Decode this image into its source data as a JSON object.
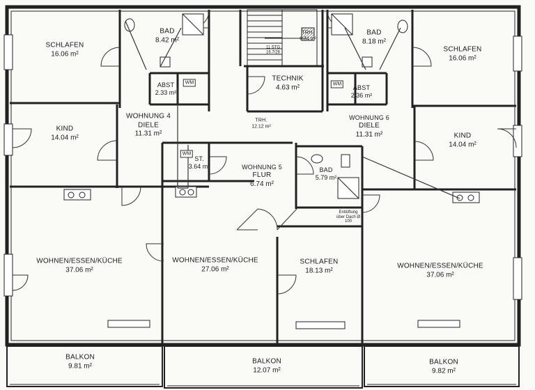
{
  "rooms": {
    "schlafen_left": {
      "name": "SCHLAFEN",
      "area": "16.06 m²"
    },
    "bad_left": {
      "name": "BAD",
      "area": "8.42 m²"
    },
    "abst_left": {
      "name": "ABST",
      "area": "2.33 m²"
    },
    "kind_left": {
      "name": "KIND",
      "area": "14.04 m²"
    },
    "diele_left": {
      "name": "DIELE",
      "area": "11.31 m²",
      "unit": "WOHNUNG 4"
    },
    "trh_small": {
      "name": "TRH.",
      "area": "6.74 m²"
    },
    "technik": {
      "name": "TECHNIK",
      "area": "4.63 m²"
    },
    "trh_main": {
      "name": "TRH.",
      "area": "12.12 m²"
    },
    "bad_right": {
      "name": "BAD",
      "area": "8.18 m²"
    },
    "abst_right": {
      "name": "ABST",
      "area": "2.36 m²"
    },
    "schlafen_right": {
      "name": "SCHLAFEN",
      "area": "16.06 m²"
    },
    "diele_right": {
      "name": "DIELE",
      "area": "11.31 m²",
      "unit": "WOHNUNG 6"
    },
    "kind_right": {
      "name": "KIND",
      "area": "14.04 m²"
    },
    "st": {
      "name": "ST.",
      "area": "3.64 m²"
    },
    "flur": {
      "name": "FLUR",
      "area": "6.74 m²",
      "unit": "WOHNUNG 5"
    },
    "bad_mid": {
      "name": "BAD",
      "area": "5.79 m²"
    },
    "wek_left": {
      "name": "WOHNEN/ESSEN/KÜCHE",
      "area": "37.06 m²"
    },
    "wek_mid": {
      "name": "WOHNEN/ESSEN/KÜCHE",
      "area": "27.06 m²"
    },
    "schlafen_mid": {
      "name": "SCHLAFEN",
      "area": "18.13 m²"
    },
    "wek_right": {
      "name": "WOHNEN/ESSEN/KÜCHE",
      "area": "37.06 m²"
    },
    "balkon_left": {
      "name": "BALKON",
      "area": "9.81 m²"
    },
    "balkon_mid": {
      "name": "BALKON",
      "area": "12.07 m²"
    },
    "balkon_right": {
      "name": "BALKON",
      "area": "9.82 m²"
    }
  },
  "appliances": {
    "wm": "WM"
  },
  "notes": {
    "vent": "Entlüftung über Dach Ø 100",
    "stair_steps": "11 STG",
    "stair_dim": "16.7/26"
  }
}
